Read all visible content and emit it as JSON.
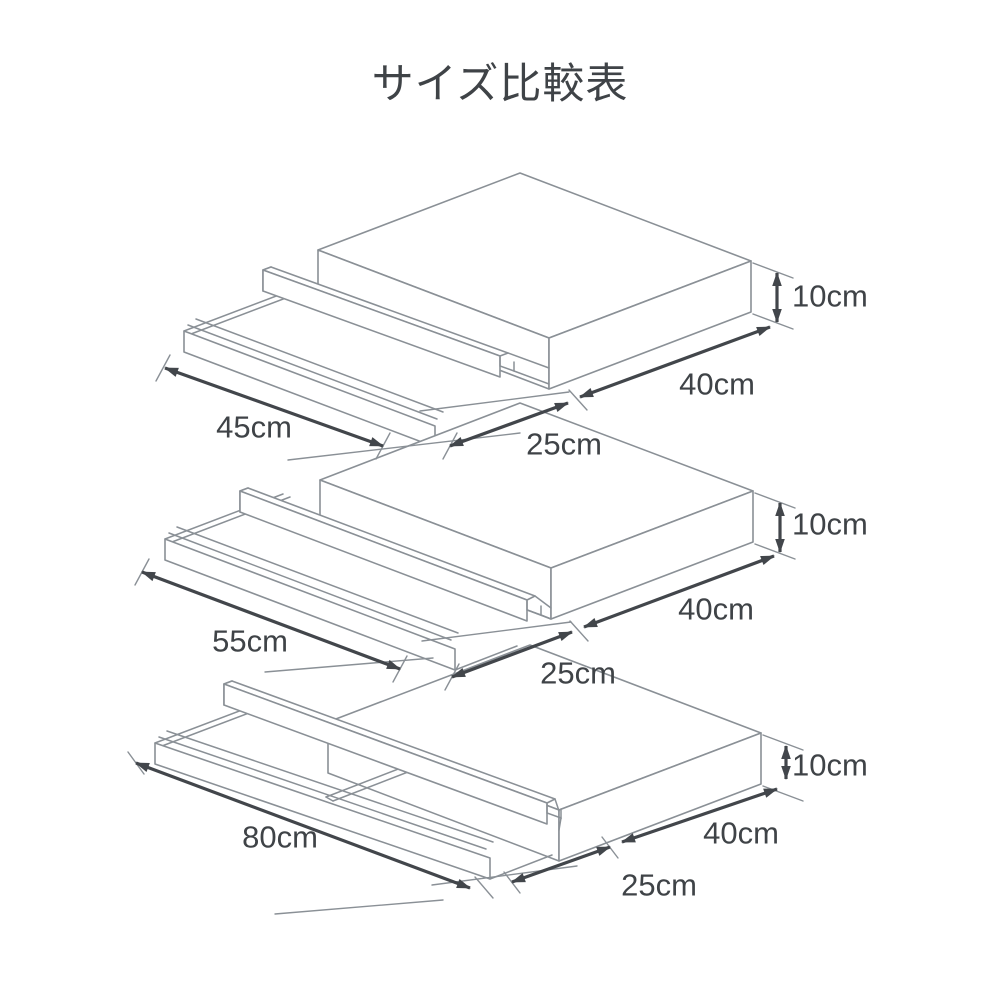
{
  "title": "サイズ比較表",
  "colors": {
    "background": "#ffffff",
    "line": "#8a9096",
    "arrow": "#42464b",
    "text": "#3f4347"
  },
  "units": [
    {
      "id": "size-45",
      "width": "45cm",
      "pullout": "25cm",
      "depth": "40cm",
      "height": "10cm"
    },
    {
      "id": "size-55",
      "width": "55cm",
      "pullout": "25cm",
      "depth": "40cm",
      "height": "10cm"
    },
    {
      "id": "size-80",
      "width": "80cm",
      "pullout": "25cm",
      "depth": "40cm",
      "height": "10cm"
    }
  ]
}
